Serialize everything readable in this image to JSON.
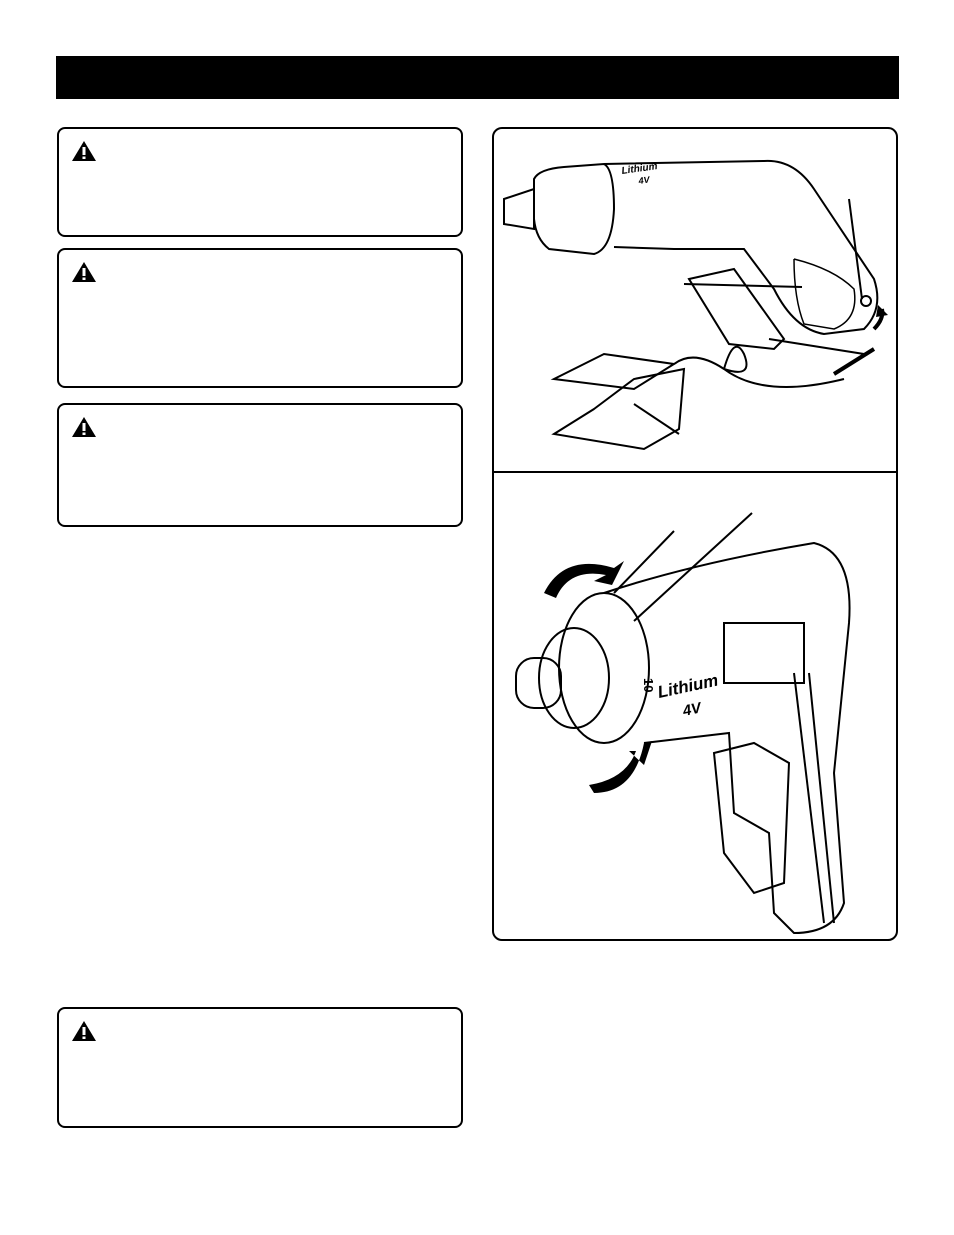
{
  "header": {
    "color": "#000000"
  },
  "warnings": [
    {
      "icon": "warning-triangle-icon"
    },
    {
      "icon": "warning-triangle-icon"
    },
    {
      "icon": "warning-triangle-icon"
    },
    {
      "icon": "warning-triangle-icon"
    }
  ],
  "figure_top": {
    "brand": "Lithium",
    "voltage": "4V"
  },
  "figure_bottom": {
    "brand": "Lithium",
    "voltage": "4V",
    "dial_number": "10"
  }
}
